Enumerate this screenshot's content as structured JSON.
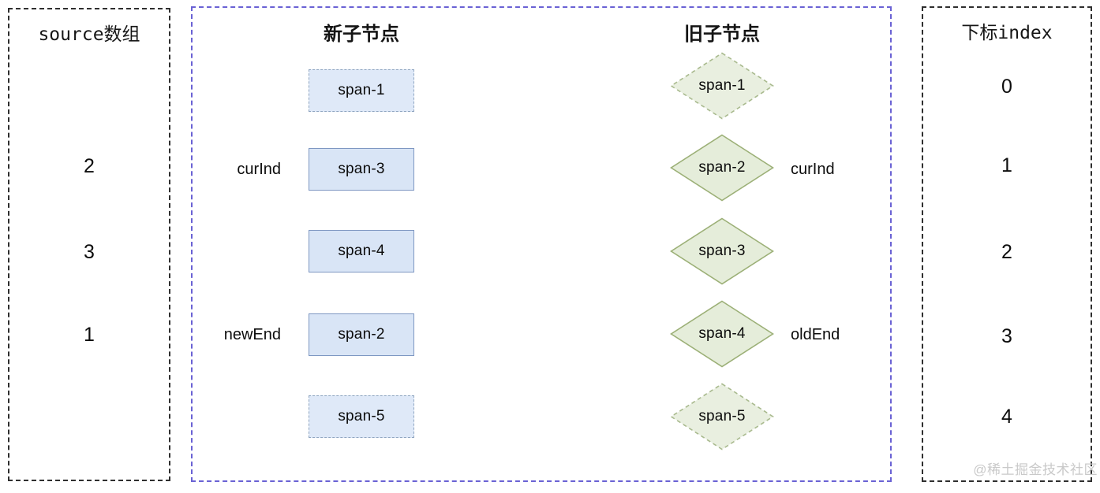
{
  "source_panel": {
    "title": "source数组",
    "values": [
      "2",
      "3",
      "1"
    ]
  },
  "diff_panel": {
    "new_column": {
      "title": "新子节点",
      "nodes": [
        {
          "label": "span-1",
          "style": "dashed",
          "pointer": ""
        },
        {
          "label": "span-3",
          "style": "solid",
          "pointer": "curInd"
        },
        {
          "label": "span-4",
          "style": "solid",
          "pointer": ""
        },
        {
          "label": "span-2",
          "style": "solid",
          "pointer": "newEnd"
        },
        {
          "label": "span-5",
          "style": "dashed",
          "pointer": ""
        }
      ]
    },
    "old_column": {
      "title": "旧子节点",
      "nodes": [
        {
          "label": "span-1",
          "style": "dashed",
          "pointer": ""
        },
        {
          "label": "span-2",
          "style": "solid",
          "pointer": "curInd"
        },
        {
          "label": "span-3",
          "style": "solid",
          "pointer": ""
        },
        {
          "label": "span-4",
          "style": "solid",
          "pointer": "oldEnd"
        },
        {
          "label": "span-5",
          "style": "dashed",
          "pointer": ""
        }
      ]
    }
  },
  "index_panel": {
    "title": "下标index",
    "values": [
      "0",
      "1",
      "2",
      "3",
      "4"
    ]
  },
  "watermark": "@稀土掘金技术社区",
  "colors": {
    "panel_border_dark": "#2f2f2f",
    "panel_border_violet": "#6a62d4",
    "new_node_fill": "#d9e5f6",
    "new_node_border_solid": "#7e97c2",
    "new_node_border_dashed": "#8fa5c0",
    "old_node_fill": "#e5edda",
    "old_node_border_solid": "#9cb077",
    "old_node_border_dashed": "#a9ba8e",
    "watermark_color": "#c9c9c9"
  }
}
